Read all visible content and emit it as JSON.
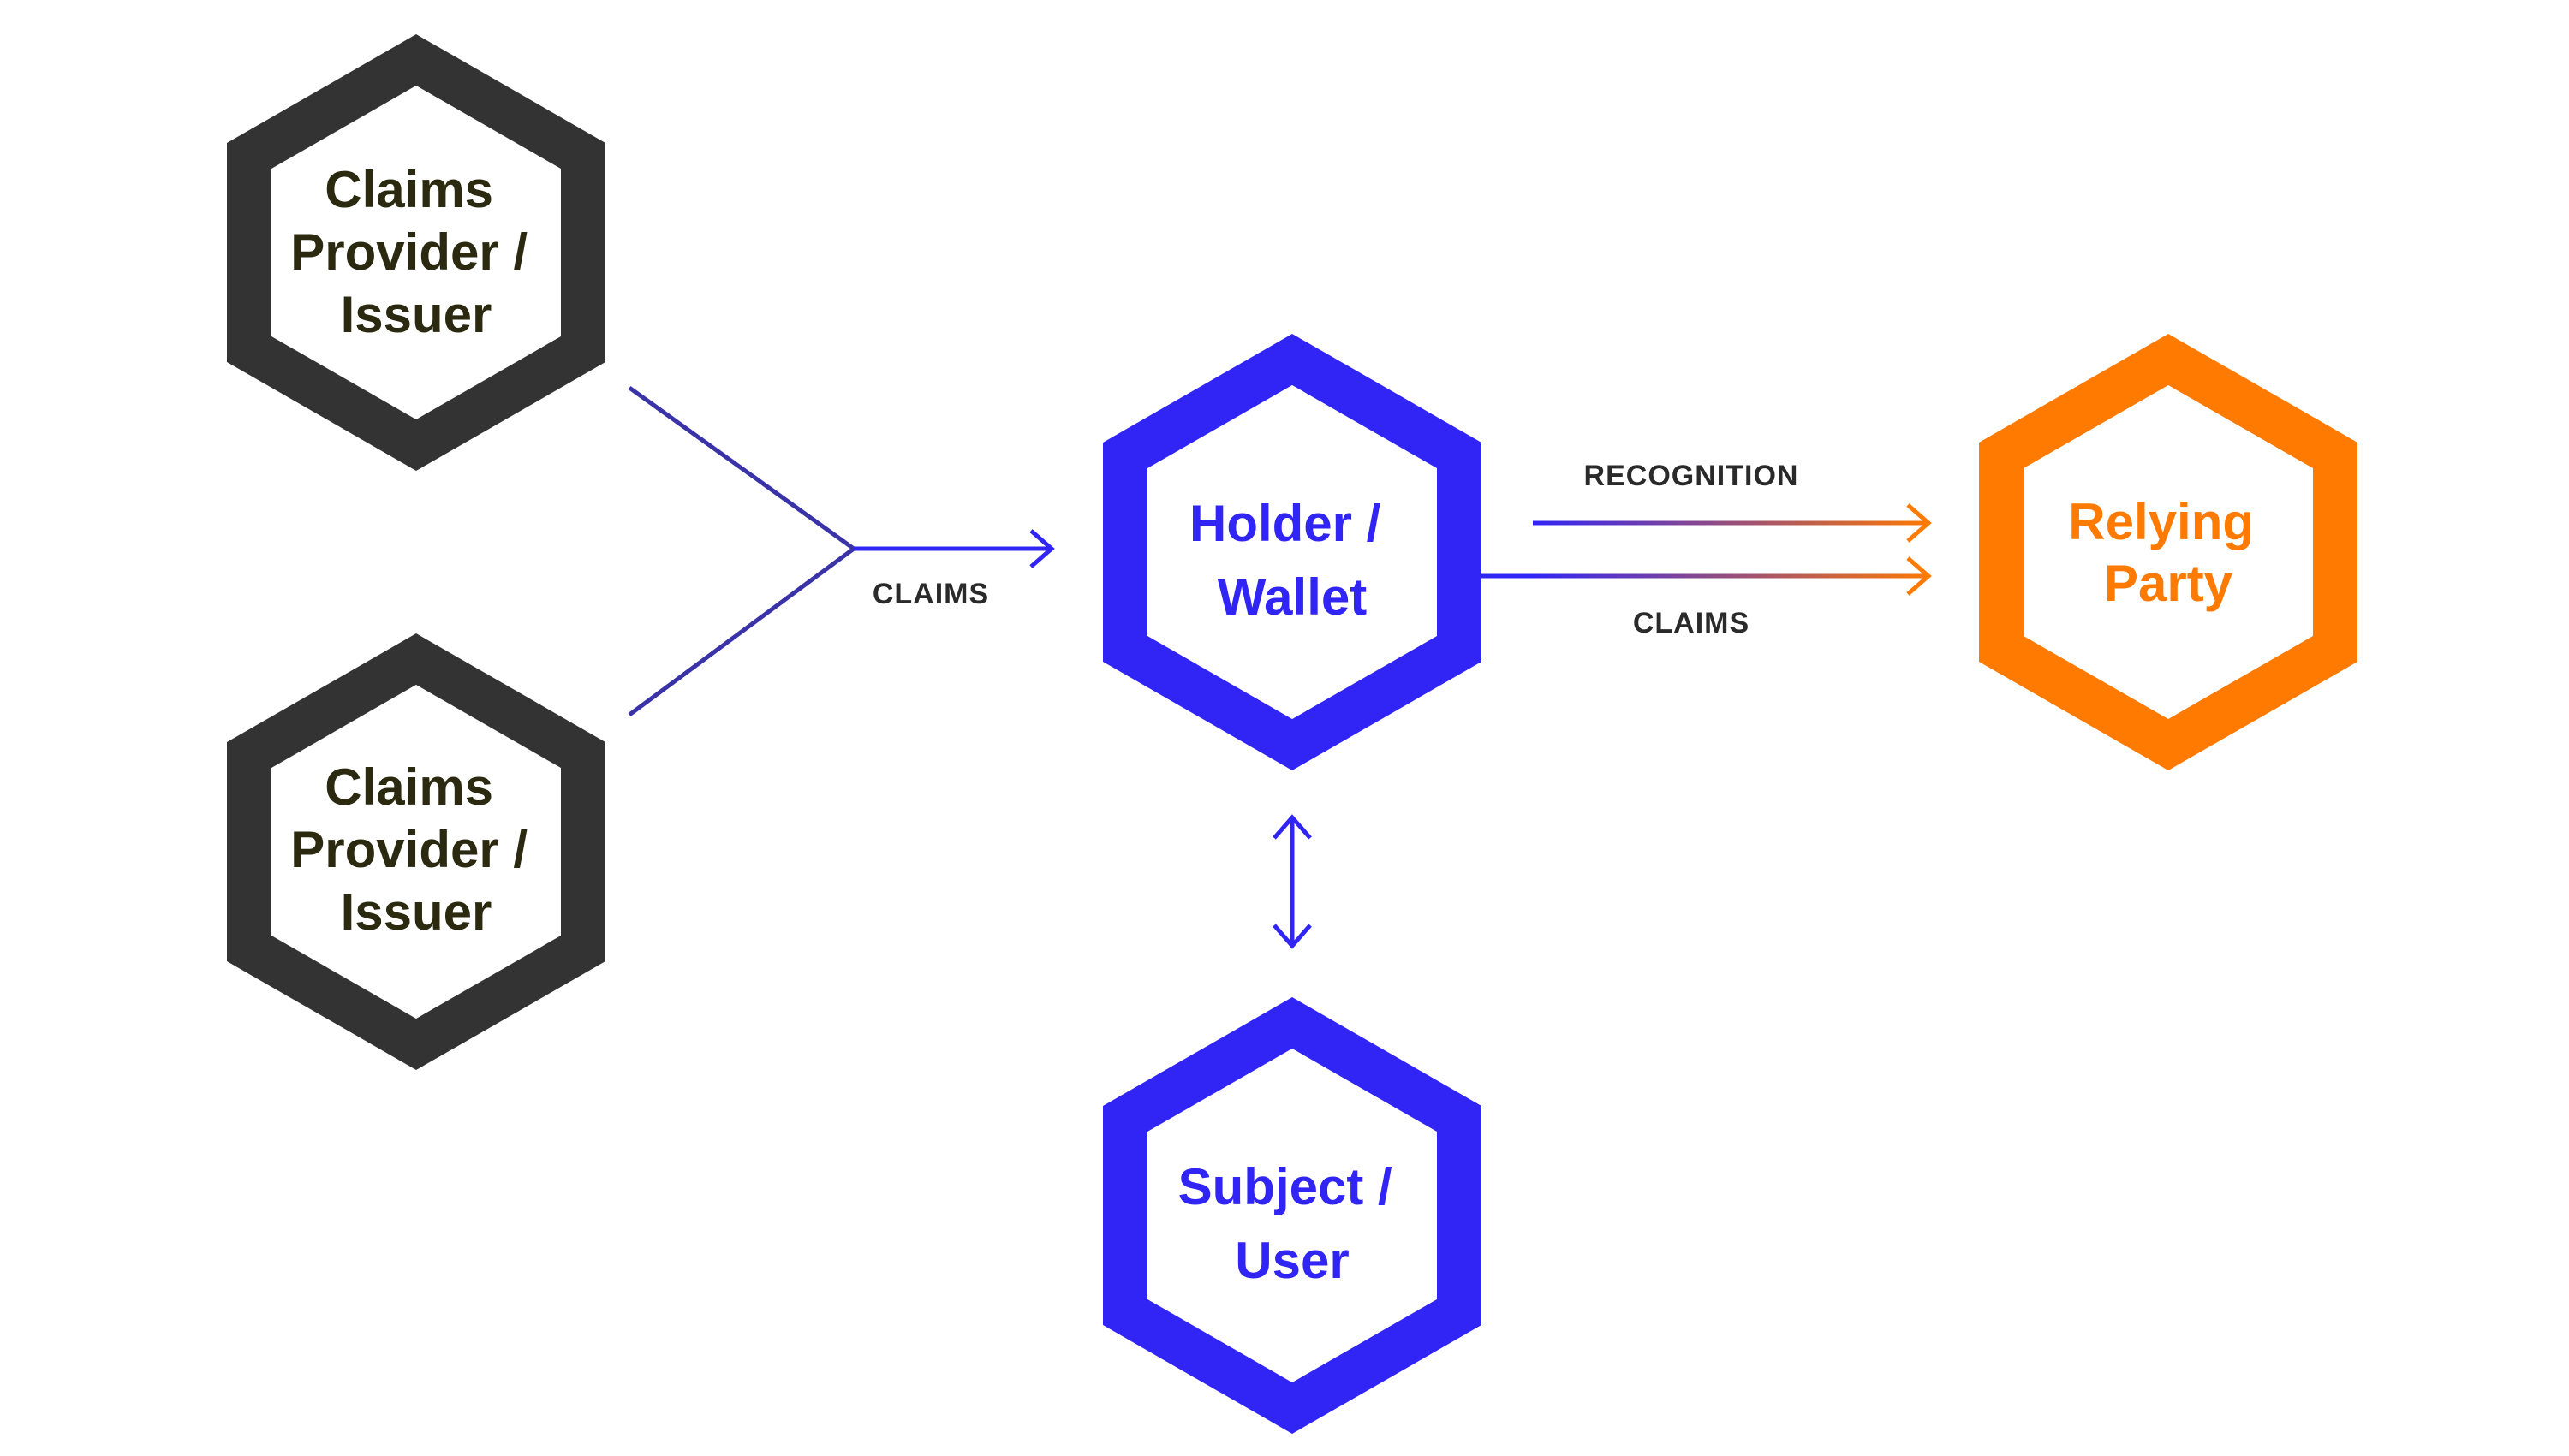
{
  "colors": {
    "issuer": "#333333",
    "issuer_text": "#2b2a10",
    "holder": "#3125f5",
    "relying_party": "#ff7a00",
    "edge_label_text": "#2a2a2a",
    "claims_line": "#3a33a8"
  },
  "nodes": {
    "issuer_top": {
      "lines": [
        "Claims",
        "Provider /",
        "Issuer"
      ]
    },
    "issuer_bottom": {
      "lines": [
        "Claims",
        "Provider /",
        "Issuer"
      ]
    },
    "holder": {
      "lines": [
        "Holder /",
        "Wallet"
      ]
    },
    "subject": {
      "lines": [
        "Subject /",
        "User"
      ]
    },
    "relying_party": {
      "lines": [
        "Relying",
        "Party"
      ]
    }
  },
  "edges": {
    "issuer_to_holder": {
      "label": "CLAIMS"
    },
    "recognition": {
      "label": "RECOGNITION"
    },
    "holder_to_rp_claims": {
      "label": "CLAIMS"
    },
    "holder_subject": {
      "label": ""
    }
  }
}
